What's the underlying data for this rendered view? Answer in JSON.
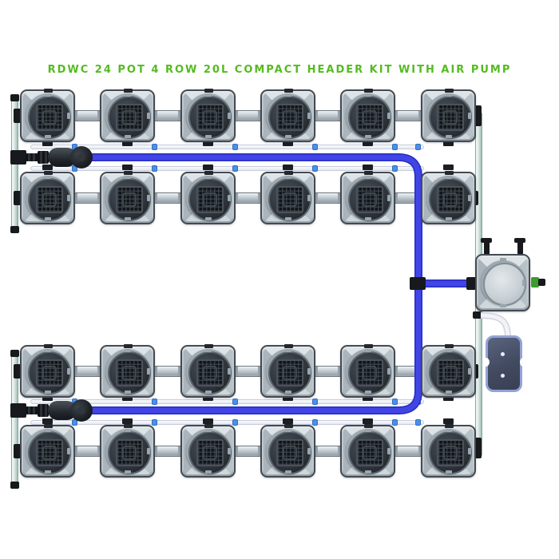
{
  "title": {
    "text": "RDWC 24 POT 4 ROW 20L COMPACT HEADER KIT WITH AIR PUMP",
    "color": "#54bb20"
  },
  "system": {
    "pot_count": 24,
    "rows": 4,
    "pots_per_row": 6,
    "pot_size": "20L",
    "kit_type": "Compact Header Kit",
    "includes_air_pump": true
  },
  "components": [
    {
      "name": "grow-pot",
      "label": "20L pot with mesh basket lid",
      "count": 24
    },
    {
      "name": "header-unit",
      "label": "Compact header tank",
      "count": 1
    },
    {
      "name": "air-pump",
      "label": "Air pump",
      "count": 1
    },
    {
      "name": "inline-pump-valve",
      "label": "Inline pump valve assembly",
      "count": 2
    },
    {
      "name": "feed-line",
      "label": "Blue recirculating feed line",
      "count": 1
    },
    {
      "name": "return-line",
      "label": "White return line",
      "count": 4
    },
    {
      "name": "manifold-pipe",
      "label": "Grey inter-pot manifold pipe",
      "count": 20
    },
    {
      "name": "riser-pipe",
      "label": "Side riser pipe",
      "count": 3
    }
  ],
  "colors": {
    "background": "#ffffff",
    "title_green": "#54bb20",
    "feed_blue": "#4145e6",
    "feed_blue_dark": "#262cc0",
    "connector_blue": "#4a8fe8",
    "pipe_grey": "#c3ccd2",
    "riser_tint": "#dcece7",
    "pot_grey": "#c6ced4",
    "lid_dark": "#30363d",
    "pump_body": "#49526c",
    "pump_trim": "#93a3d8",
    "fitting_green": "#3c9b2d",
    "fitting_black": "#17191d",
    "return_white": "#f0f1f7"
  }
}
